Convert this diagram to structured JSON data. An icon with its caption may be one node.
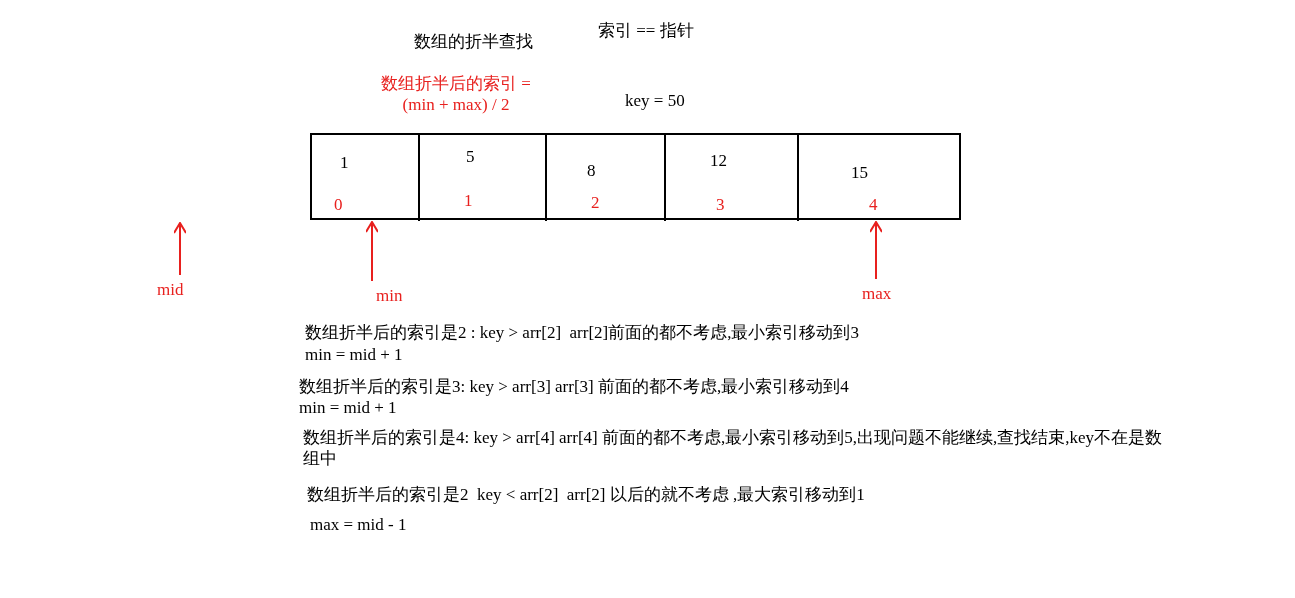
{
  "diagram": {
    "title": "数组的折半查找",
    "nodes": [
      {
        "text": [
          "1",
          "0"
        ]
      },
      {
        "text": [
          "5",
          "1"
        ]
      },
      {
        "text": [
          "8",
          "2"
        ]
      },
      {
        "text": [
          "12",
          "3"
        ]
      },
      {
        "text": [
          "15",
          "4"
        ]
      },
      {
        "text": [
          "mid"
        ]
      },
      {
        "text": [
          "min"
        ]
      },
      {
        "text": [
          "max"
        ]
      }
    ],
    "edges": [
      {
        "from": 5,
        "to": null,
        "arrow": "to"
      },
      {
        "from": 6,
        "to": 0,
        "arrow": "to"
      },
      {
        "from": 7,
        "to": 4,
        "arrow": "to"
      }
    ],
    "labels": [
      "索引 == 指针",
      "数组折半后的索引 = (min + max) / 2",
      "key = 50",
      "数组折半后的索引是2 : key > arr[2]  arr[2]前面的都不考虑,最小索引移动到3",
      "min = mid + 1",
      "数组折半后的索引是3: key > arr[3] arr[3] 前面的都不考虑,最小索引移动到4",
      "min = mid + 1",
      "数组折半后的索引是4: key > arr[4] arr[4] 前面的都不考虑,最小索引移动到5,出现问题不能继续,查找结束,key不在是数组中",
      "数组折半后的索引是2  key < arr[2]  arr[2] 以后的就不考虑 ,最大索引移动到1",
      "max = mid - 1"
    ]
  }
}
